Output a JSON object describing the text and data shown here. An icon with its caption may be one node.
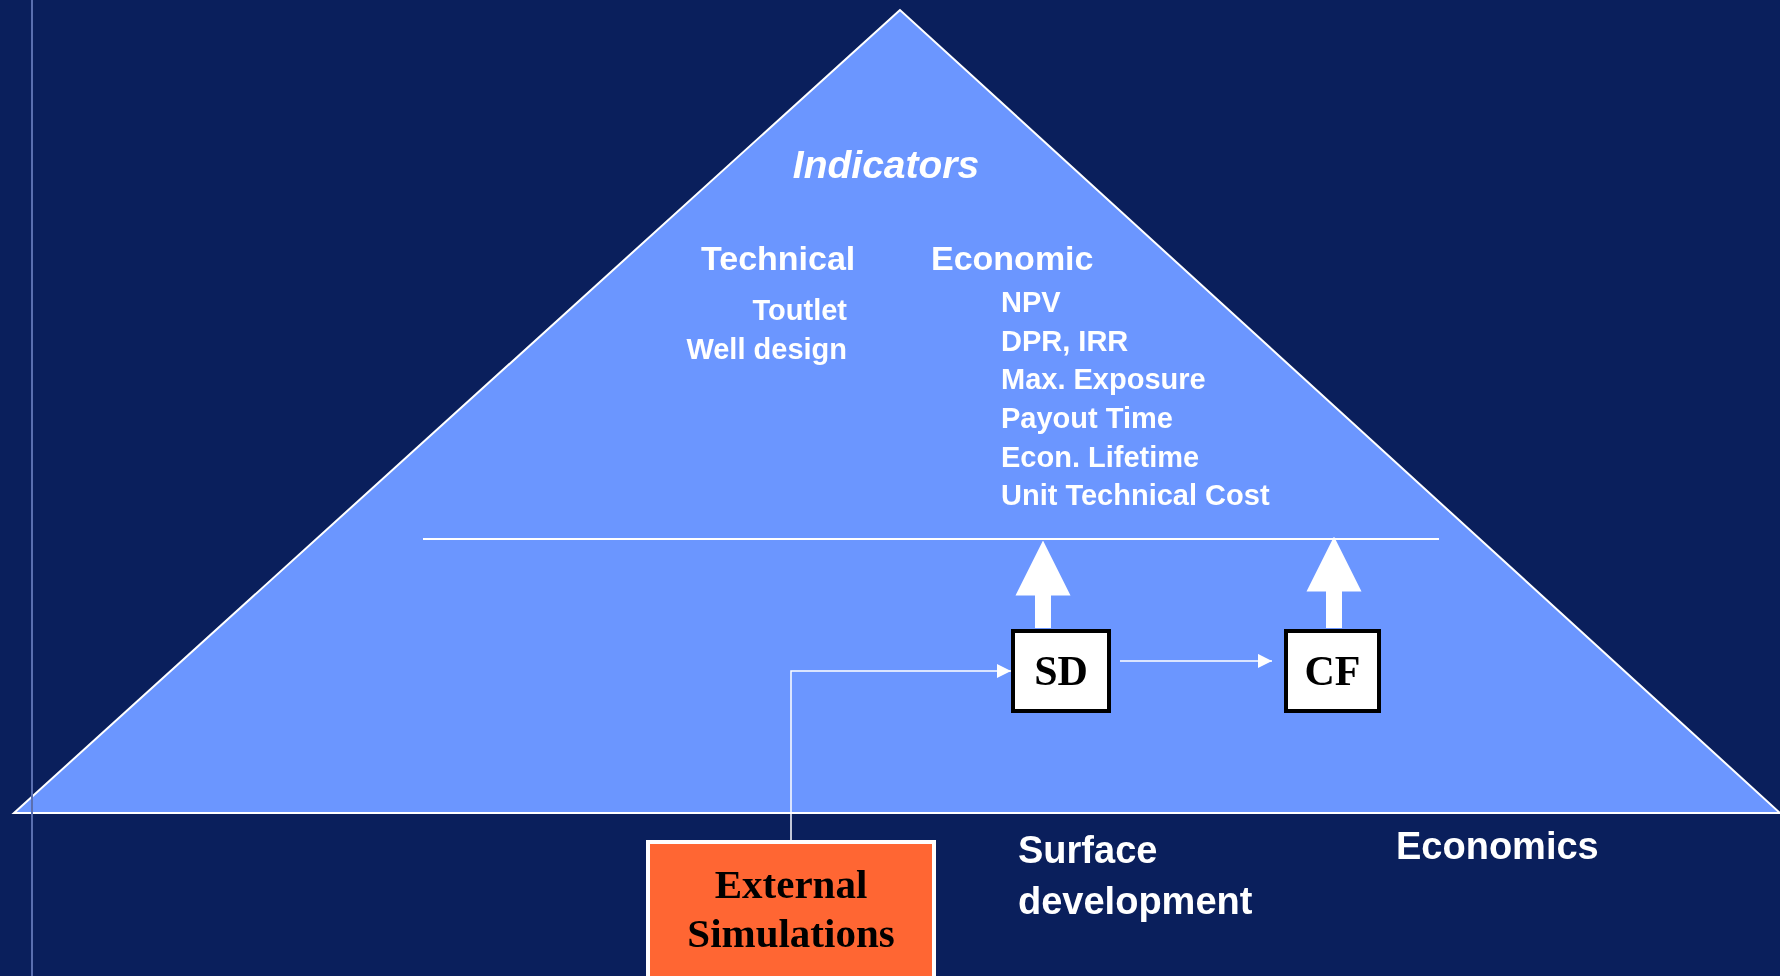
{
  "diagram": {
    "nodes": [
      {
        "text": [
          "Indicators"
        ]
      },
      {
        "text": [
          "SD"
        ],
        "in": 0
      },
      {
        "text": [
          "CF"
        ],
        "in": 0
      },
      {
        "text": [
          "External Simulations"
        ]
      }
    ],
    "edges": [
      {
        "from": 3,
        "to": 1,
        "arrow": "to"
      },
      {
        "from": 1,
        "to": 2,
        "arrow": "to"
      },
      {
        "from": 1,
        "to": null,
        "arrow": "to",
        "style": "thick"
      },
      {
        "from": 2,
        "to": null,
        "arrow": "to",
        "style": "thick"
      }
    ],
    "labels": [
      "Technical",
      "Economic",
      "Toutlet",
      "Well design",
      "NPV",
      "DPR, IRR",
      "Max. Exposure",
      "Payout Time",
      "Econ. Lifetime",
      "Unit Technical Cost",
      "Surface development",
      "Economics"
    ]
  }
}
